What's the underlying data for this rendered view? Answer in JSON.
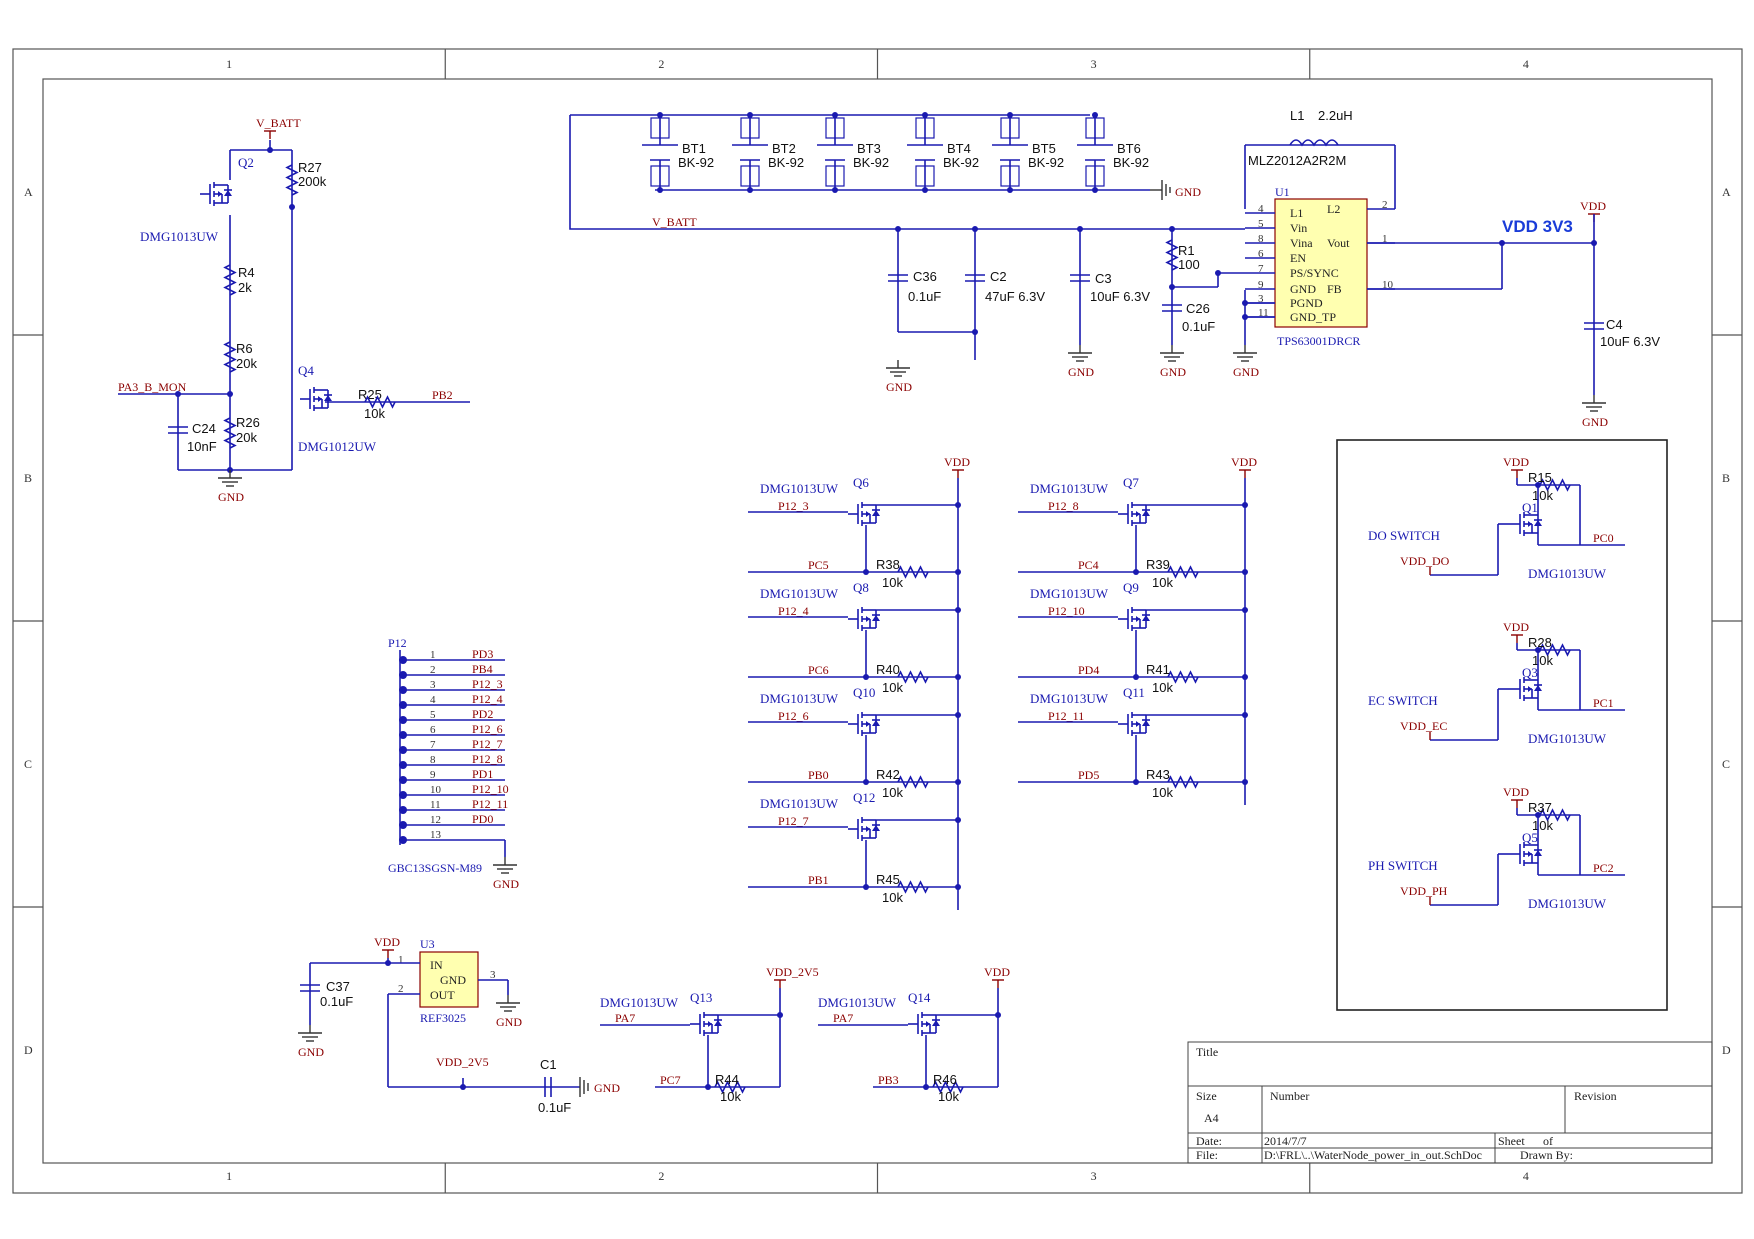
{
  "zones": {
    "columns": [
      "1",
      "2",
      "3",
      "4"
    ],
    "rows": [
      "A",
      "B",
      "C",
      "D"
    ]
  },
  "components": {
    "L1": {
      "ref": "L1",
      "value": "2.2uH",
      "part": "MLZ2012A2R2M"
    },
    "U1": {
      "ref": "U1",
      "part": "TPS63001DRCR",
      "pins": [
        "L1",
        "Vin",
        "Vina",
        "EN",
        "PS/SYNC",
        "GND",
        "PGND",
        "GND_TP",
        "L2",
        "Vout",
        "FB"
      ],
      "pinnums": [
        "4",
        "5",
        "8",
        "6",
        "7",
        "9",
        "3",
        "11",
        "2",
        "1",
        "10"
      ]
    },
    "battery": [
      {
        "ref": "BT1",
        "part": "BK-92"
      },
      {
        "ref": "BT2",
        "part": "BK-92"
      },
      {
        "ref": "BT3",
        "part": "BK-92"
      },
      {
        "ref": "BT4",
        "part": "BK-92"
      },
      {
        "ref": "BT5",
        "part": "BK-92"
      },
      {
        "ref": "BT6",
        "part": "BK-92"
      }
    ],
    "caps": {
      "C36": {
        "ref": "C36",
        "value": "0.1uF"
      },
      "C2": {
        "ref": "C2",
        "value": "47uF 6.3V"
      },
      "C3": {
        "ref": "C3",
        "value": "10uF 6.3V"
      },
      "C26": {
        "ref": "C26",
        "value": "0.1uF"
      },
      "C4": {
        "ref": "C4",
        "value": "10uF 6.3V"
      },
      "C24": {
        "ref": "C24",
        "value": "10nF"
      },
      "C37": {
        "ref": "C37",
        "value": "0.1uF"
      },
      "C1": {
        "ref": "C1",
        "value": "0.1uF"
      }
    },
    "res": {
      "R1": {
        "ref": "R1",
        "value": "100"
      },
      "R27": {
        "ref": "R27",
        "value": "200k"
      },
      "R4": {
        "ref": "R4",
        "value": "2k"
      },
      "R6": {
        "ref": "R6",
        "value": "20k"
      },
      "R26": {
        "ref": "R26",
        "value": "20k"
      },
      "R25": {
        "ref": "R25",
        "value": "10k"
      },
      "R15": {
        "ref": "R15",
        "value": "10k"
      },
      "R28": {
        "ref": "R28",
        "value": "10k"
      },
      "R37": {
        "ref": "R37",
        "value": "10k"
      },
      "R44": {
        "ref": "R44",
        "value": "10k"
      },
      "R46": {
        "ref": "R46",
        "value": "10k"
      }
    },
    "Q2": {
      "ref": "Q2",
      "part": "DMG1013UW"
    },
    "Q4": {
      "ref": "Q4",
      "part": "DMG1012UW"
    },
    "U3": {
      "ref": "U3",
      "part": "REF3025",
      "pins": [
        "IN",
        "GND",
        "OUT"
      ],
      "pinnums": [
        "1",
        "3",
        "2"
      ]
    },
    "P12": {
      "ref": "P12",
      "part": "GBC13SGSN-M89",
      "pins": [
        "1",
        "2",
        "3",
        "4",
        "5",
        "6",
        "7",
        "8",
        "9",
        "10",
        "11",
        "12",
        "13"
      ],
      "nets": [
        "PD3",
        "PB4",
        "P12_3",
        "P12_4",
        "PD2",
        "P12_6",
        "P12_7",
        "P12_8",
        "PD1",
        "P12_10",
        "P12_11",
        "PD0",
        ""
      ]
    },
    "switches_left": [
      {
        "q": "Q6",
        "part": "DMG1013UW",
        "in": "P12_3",
        "out": "PC5",
        "r": "R38",
        "rv": "10k"
      },
      {
        "q": "Q8",
        "part": "DMG1013UW",
        "in": "P12_4",
        "out": "PC6",
        "r": "R40",
        "rv": "10k"
      },
      {
        "q": "Q10",
        "part": "DMG1013UW",
        "in": "P12_6",
        "out": "PB0",
        "r": "R42",
        "rv": "10k"
      },
      {
        "q": "Q12",
        "part": "DMG1013UW",
        "in": "P12_7",
        "out": "PB1",
        "r": "R45",
        "rv": "10k"
      }
    ],
    "switches_right": [
      {
        "q": "Q7",
        "part": "DMG1013UW",
        "in": "P12_8",
        "out": "PC4",
        "r": "R39",
        "rv": "10k"
      },
      {
        "q": "Q9",
        "part": "DMG1013UW",
        "in": "P12_10",
        "out": "PD4",
        "r": "R41",
        "rv": "10k"
      },
      {
        "q": "Q11",
        "part": "DMG1013UW",
        "in": "P12_11",
        "out": "PD5",
        "r": "R43",
        "rv": "10k"
      }
    ],
    "sensor_switches": [
      {
        "label": "DO SWITCH",
        "q": "Q1",
        "part": "DMG1013UW",
        "r": "R15",
        "rv": "10k",
        "vdd": "VDD",
        "out": "PC0",
        "src": "VDD_DO"
      },
      {
        "label": "EC SWITCH",
        "q": "Q3",
        "part": "DMG1013UW",
        "r": "R28",
        "rv": "10k",
        "vdd": "VDD",
        "out": "PC1",
        "src": "VDD_EC"
      },
      {
        "label": "PH SWITCH",
        "q": "Q5",
        "part": "DMG1013UW",
        "r": "R37",
        "rv": "10k",
        "vdd": "VDD",
        "out": "PC2",
        "src": "VDD_PH"
      }
    ],
    "Q13": {
      "q": "Q13",
      "part": "DMG1013UW",
      "in": "PA7",
      "out": "PC7",
      "r": "R44",
      "rv": "10k",
      "vdd": "VDD_2V5"
    },
    "Q14": {
      "q": "Q14",
      "part": "DMG1013UW",
      "in": "PA7",
      "out": "PB3",
      "r": "R46",
      "rv": "10k",
      "vdd": "VDD"
    }
  },
  "nets": {
    "vbatt": "V_BATT",
    "gnd": "GND",
    "vdd": "VDD",
    "vdd3v3": "VDD 3V3",
    "vdd2v5": "VDD_2V5",
    "pa3": "PA3_B_MON",
    "pb2": "PB2"
  },
  "titleblock": {
    "title_label": "Title",
    "size_label": "Size",
    "size": "A4",
    "number_label": "Number",
    "revision_label": "Revision",
    "date_label": "Date:",
    "date": "2014/7/7",
    "file_label": "File:",
    "file": "D:\\FRL\\..\\WaterNode_power_in_out.SchDoc",
    "sheet_label": "Sheet",
    "of_label": "of",
    "drawn_label": "Drawn By:"
  }
}
